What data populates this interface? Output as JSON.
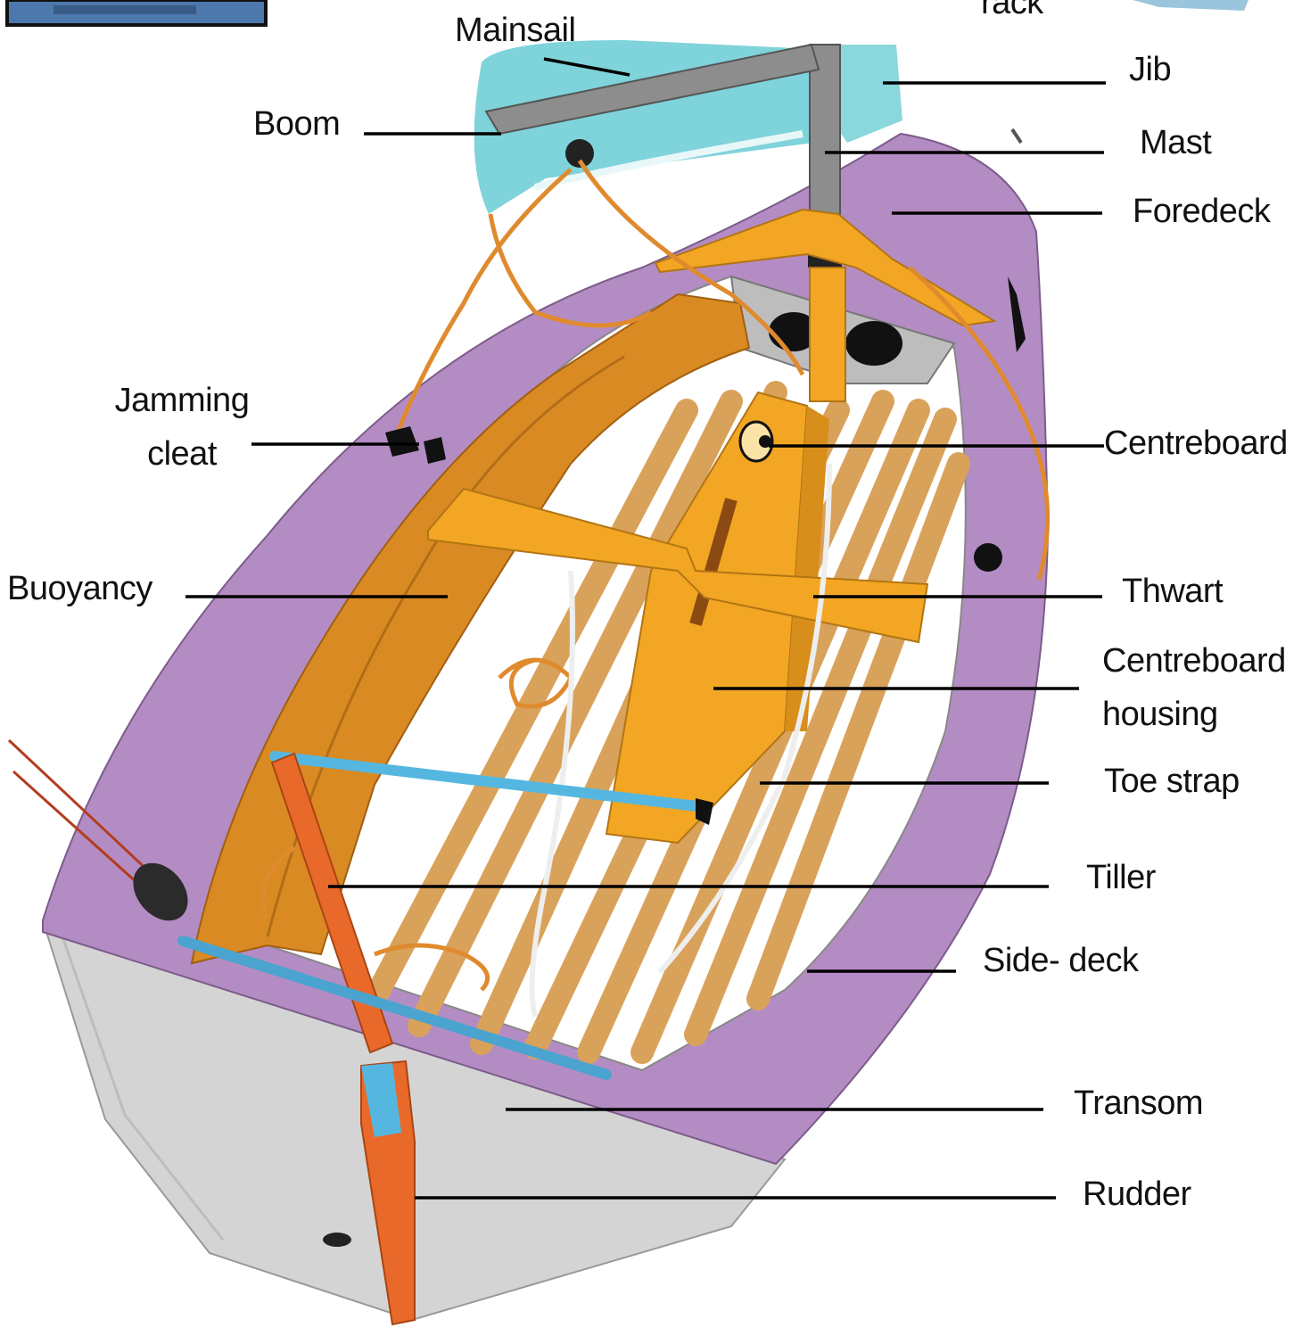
{
  "colors": {
    "deck": "#b48cc4",
    "hull_side": "#d4d4d4",
    "sail": "#7fd3da",
    "buoyancy": "#d98a22",
    "thwart": "#f2a623",
    "floorboard": "#d9a25a",
    "tiller": "#e8692a",
    "toe_strap": "#55b7e0",
    "spar": "#8d8d8d"
  },
  "labels": {
    "rack": "rack",
    "mainsail": "Mainsail",
    "jib": "Jib",
    "boom": "Boom",
    "mast": "Mast",
    "foredeck": "Foredeck",
    "jamming_cleat_1": "Jamming",
    "jamming_cleat_2": "cleat",
    "centreboard": "Centreboard",
    "buoyancy": "Buoyancy",
    "thwart": "Thwart",
    "centreboard_housing_1": "Centreboard",
    "centreboard_housing_2": "housing",
    "toe_strap": "Toe strap",
    "tiller": "Tiller",
    "side_deck": "Side- deck",
    "transom": "Transom",
    "rudder": "Rudder"
  }
}
